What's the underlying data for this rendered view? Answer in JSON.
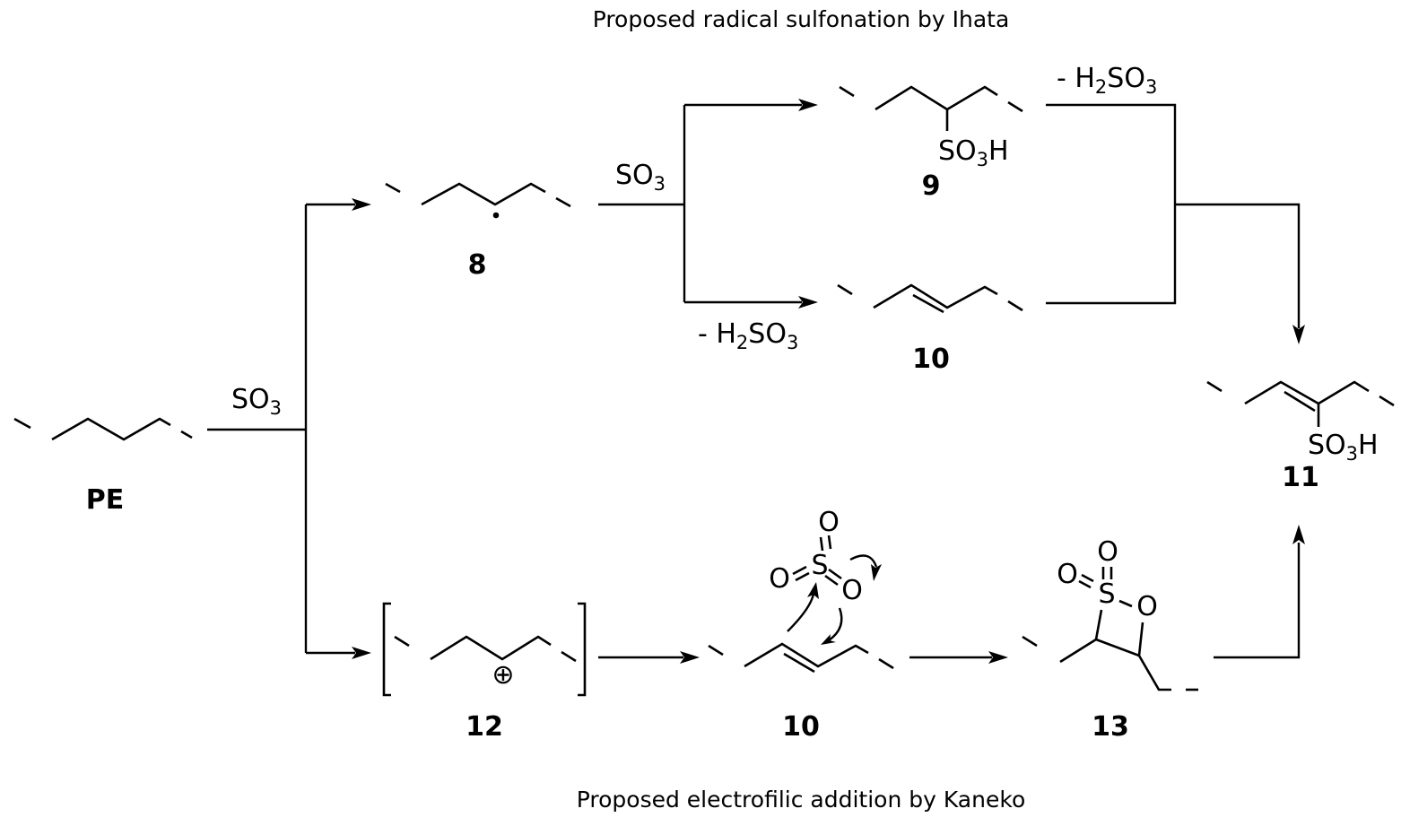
{
  "captions": {
    "top": "Proposed radical sulfonation by Ihata",
    "bottom": "Proposed electrofilic addition by Kaneko"
  },
  "reagents": {
    "so3_pe": {
      "main": "SO",
      "sub": "3"
    },
    "so3_radical": {
      "main": "SO",
      "sub": "3"
    },
    "elim_upper": {
      "pre": "- H",
      "sub1": "2",
      "mid": "SO",
      "sub2": "3"
    },
    "elim_lower": {
      "pre": "- H",
      "sub1": "2",
      "mid": "SO",
      "sub2": "3"
    }
  },
  "substituents": {
    "so3h_9": {
      "pre": "SO",
      "sub": "3",
      "post": "H"
    },
    "so3h_11": {
      "pre": "SO",
      "sub": "3",
      "post": "H"
    }
  },
  "atoms": {
    "S": "S",
    "O": "O",
    "plus": "⊕",
    "radical_dot": "•"
  },
  "compounds": {
    "pe": "PE",
    "c8": "8",
    "c9": "9",
    "c10_top": "10",
    "c11": "11",
    "c12": "12",
    "c10_bottom": "10",
    "c13": "13"
  }
}
